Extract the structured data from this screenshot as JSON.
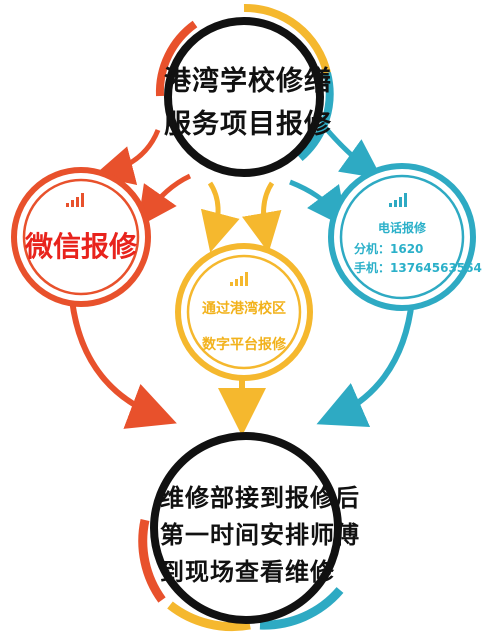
{
  "nodes": {
    "top": {
      "lines": [
        "港湾学校修缮",
        "服务项目报修"
      ]
    },
    "left": {
      "label": "微信报修"
    },
    "middle": {
      "lines": [
        "通过港湾校区",
        "数字平台报修"
      ]
    },
    "right": {
      "title": "电话报修",
      "ext": "分机：1620",
      "mobile": "手机：13764563564"
    },
    "bottom": {
      "lines": [
        "维修部接到报修后",
        "第一时间安排师傅",
        "到现场查看维修"
      ]
    }
  },
  "colors": {
    "orange": "#e8512c",
    "yellow": "#f5b82e",
    "teal": "#2eaac3",
    "black": "#111111",
    "wechat_text": "#e8231c"
  },
  "icons": [
    "signal-bars-icon",
    "arrow-icon"
  ]
}
